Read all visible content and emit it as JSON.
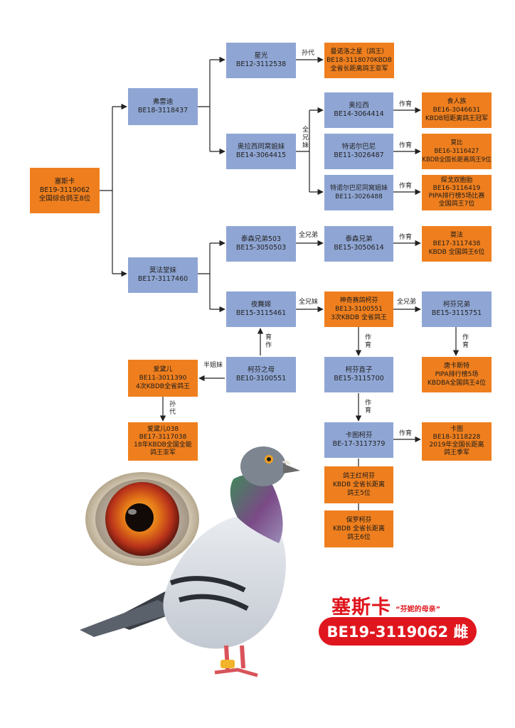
{
  "boxes": {
    "root": [
      "塞斯卡",
      "BE19-3119062",
      "全国综合鸽王8位"
    ],
    "sire": [
      "弗雷迪",
      "BE18-3118437"
    ],
    "dam": [
      "莫法堂妹",
      "BE17-3117460"
    ],
    "star": [
      "星光",
      "BE12-3112538"
    ],
    "manoro": [
      "曼诺洛之星（鸽王）",
      "BE18-3118070KBDB",
      "全省长距离鸽王亚军"
    ],
    "olaxi_sister": [
      "奥拉西同窝姐妹",
      "BE14-3064415"
    ],
    "olaxi": [
      "奥拉西",
      "BE14-3064414"
    ],
    "shirenzu": [
      "食人族",
      "BE16-3046631",
      "KBDB短距离鸽王冠军"
    ],
    "tenuo": [
      "特诺尔巴尼",
      "BE11-3026487"
    ],
    "mobi": [
      "莫比",
      "BE16-3116427",
      "KBDB全国长距离鸽王9位"
    ],
    "tenuo_sister": [
      "特诺尔巴尼同窝姐妹",
      "BE11-3026488"
    ],
    "tange": [
      "探戈双胞胎",
      "BE16-3116419",
      "PIPA排行榜5场比赛",
      "全国鸽王7位"
    ],
    "taisen503": [
      "泰森兄弟503",
      "BE15-3050503"
    ],
    "taisen614": [
      "泰森兄弟",
      "BE15-3050614"
    ],
    "mofa": [
      "莫法",
      "BE17-3117438",
      "KBDB 全国鸽王6位"
    ],
    "yewuji": [
      "夜舞姬",
      "BE15-3115461"
    ],
    "shenqi": [
      "神奇赛鸽柯芬",
      "BE13-3100551",
      "3次KBDB 全省鸽王"
    ],
    "kefen_brother": [
      "柯芬兄弟",
      "BE15-3115751"
    ],
    "aidai": [
      "爱黛儿",
      "BE11-3011390",
      "4次KBDB全省鸽王"
    ],
    "kefen_mother": [
      "柯芬之母",
      "BE10-3100551"
    ],
    "kefen_zhizi": [
      "柯芬直子",
      "BE15-3115700"
    ],
    "tangka": [
      "唐卡斯特",
      "PIPA排行榜5场",
      "KBDBA全国鸽王4位"
    ],
    "aidai038": [
      "爱黛儿038",
      "BE17-3117038",
      "18年KBDB全国全能",
      "鸽王亚军"
    ],
    "katu_kefen": [
      "卡图柯芬",
      "BE-17-3117379"
    ],
    "katu": [
      "卡图",
      "BE18-3118228",
      "2019年全国长距离",
      "鸽王季军"
    ],
    "hongkefen": [
      "鸽王红柯芬",
      "KBDB 全省长距离",
      "鸽王5位"
    ],
    "baoluo": [
      "保罗柯芬",
      "KBDB 全省长距离",
      "鸽王6位"
    ]
  },
  "labels": {
    "sundai1": "孙代",
    "quanxiongmei1": "全兄妹",
    "zuoyu1": "作育",
    "zuoyu2": "作育",
    "zuoyu3": "作育",
    "quanxiongdi1": "全兄弟",
    "zuoyu4": "作育",
    "quanxiongmei2": "全兄妹",
    "quanxiongdi2": "全兄弟",
    "yuzuo": "育作",
    "banjiemei": "半姐妹",
    "zuoyu5": "作育",
    "zuoyu6": "作育",
    "sundai2": "孙代",
    "zuoyu7": "作育",
    "zuoyu8": "作育"
  },
  "title": {
    "name": "塞斯卡",
    "subtitle": "“芬妮的母亲”",
    "ring": "BE19-3119062 雌"
  },
  "colors": {
    "blue_box": "#8fa6d4",
    "orange_box": "#ef7f1e",
    "title_red": "#e0161e"
  }
}
